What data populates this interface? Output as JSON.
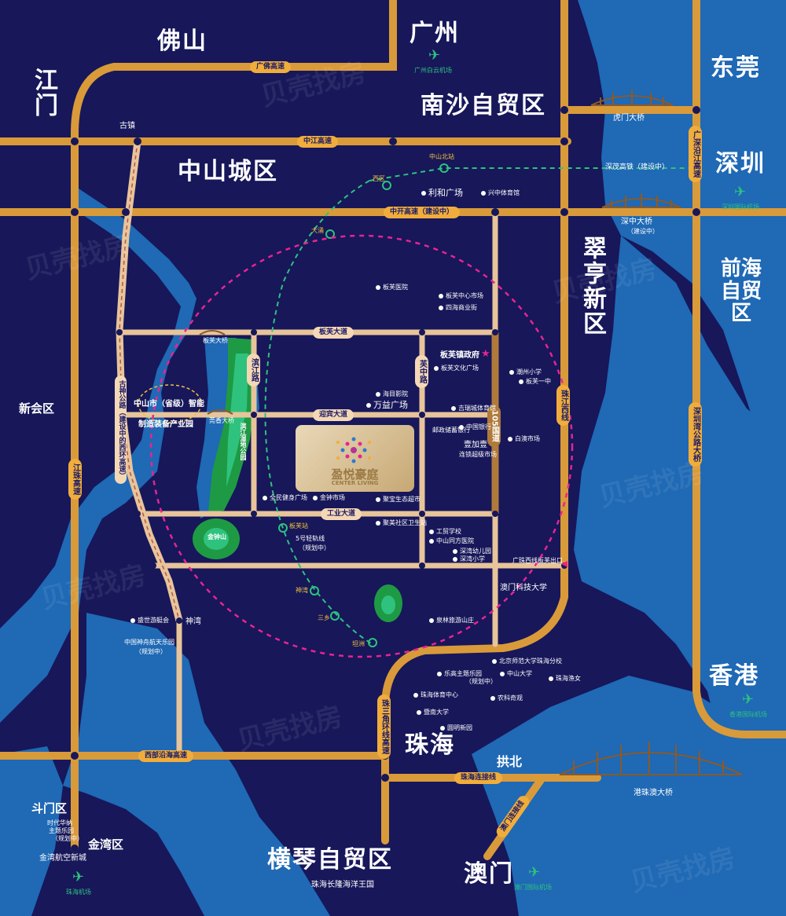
{
  "cities": {
    "foshan": "佛山",
    "guangzhou": "广州",
    "dongguan": "东莞",
    "jiangmen": "江门",
    "nansha": "南沙自贸区",
    "zhongshan": "中山城区",
    "shenzhen": "深圳",
    "cuiheng": "翠亨新区",
    "qianhai": "前海自贸区",
    "xinhui": "新会区",
    "hongkong": "香港",
    "zhuhai": "珠海",
    "gongbei": "拱北",
    "doumen": "斗门区",
    "jinwan": "金湾区",
    "hengqin": "横琴自贸区",
    "macau": "澳门"
  },
  "airports": {
    "guangzhou": "广州白云机场",
    "shenzhen": "深圳国际机场",
    "hongkong": "香港国际机场",
    "zhuhai": "珠海机场",
    "macau": "澳门国际机场"
  },
  "roads": {
    "guangfo": "广佛高速",
    "zhongjiang": "中江高速",
    "zhongkai": "中开高速（建设中）",
    "banfu_ave": "板芙大道",
    "yingbin_ave": "迎宾大道",
    "gongye_ave": "工业大道",
    "binjiang": "滨江路",
    "fuzhong": "芙中路",
    "g105": "105国道",
    "xiwai": "古神公路（建设中的西环高速）",
    "jiangzhu": "江珠高速",
    "yanhai_gd": "广深沿江高速",
    "shenzhen_bay": "深圳湾公路大桥",
    "cuiheng_xi": "珠江西线",
    "delta_ring": "珠三角环线高速",
    "west_coast": "西部沿海高速",
    "zhuhai_link": "珠海连接线",
    "macau_link": "澳门连接线"
  },
  "bridges": {
    "humen": "虎门大桥",
    "shenzhong": "深中大桥",
    "shenzhong_note": "（建设中）",
    "hzmb": "港珠澳大桥",
    "banfu_bridge": "板芙大桥",
    "jiangjin_bridge": "莞香大桥"
  },
  "rail": {
    "shenmao": "深茂高铁（建设中）",
    "zhongshan_north": "中山北站",
    "light_rail": "5号轻轨线",
    "light_rail_note": "（规划中）",
    "stations": [
      "西区",
      "大涌",
      "板芙站",
      "神湾",
      "三乡",
      "坦洲"
    ]
  },
  "places": {
    "guzhen": "古镇",
    "shenwan": "神湾",
    "industrial_park": "中山市（省级）智能",
    "industrial_park2": "制造装备产业园",
    "jinzhong_mt": "金钟山",
    "wetland": "滨江湿地公园",
    "banfu_gov": "板芙镇政府",
    "guangzhou_exit": "广珠西线板芙出口",
    "macau_uni": "澳门科技大学",
    "jinwan_city": "金湾航空新城",
    "ocean_kingdom": "珠海长隆海洋王国"
  },
  "pois": {
    "lihe": "利和广场",
    "xingzhong": "兴中体育馆",
    "banfu_hospital": "板芙医院",
    "banfu_market": "板芙中心市场",
    "sihai": "四海商业街",
    "banfu_culture": "板芙文化广场",
    "hutong_school": "潮州小学",
    "banfu_high": "板芙一中",
    "haiwang": "海目影院",
    "wanyi": "万益广场",
    "banfu_park": "吉瑞城体育馆",
    "post": "邮政储蓄银行",
    "bank": "中国银行",
    "yijiayi": "壹加壹",
    "yijiayi2": "连锁超级市场",
    "baiao": "白澳市场",
    "quanmin": "全民健身广场",
    "jinzhong_market": "金钟市场",
    "plaza_farm": "聚宝生态超市",
    "community_health": "聚美社区卫生站",
    "gongmao": "工贸学校",
    "zhongshan_hospital": "中山同方医院",
    "sz_kinder": "深湾幼儿园",
    "sz_primary": "深湾小学",
    "quanlin": "泉林旅游山庄",
    "shengshi": "盛世游艇会",
    "shenzhou": "中国神舟航天乐园",
    "shenzhou_note": "（规划中）",
    "bnu": "北京师范大学珠海分校",
    "lego": "乐高主题乐园",
    "lego_note": "（规划中）",
    "sysu": "中山大学",
    "zh_gym": "珠海体育中心",
    "zh_fish": "珠海渔女",
    "nongke": "农科奇观",
    "jnu": "暨南大学",
    "yuanming": "圆明新园",
    "shidai": "时代华纳",
    "shidai2": "主题乐园",
    "shidai3": "（规划中）"
  },
  "project": {
    "name": "盈悦豪庭",
    "en": "CENTER LIVING"
  },
  "watermark": "贝壳找房",
  "colors": {
    "background": "#17175a",
    "water": "#1f69b5",
    "highway": "#d99a3a",
    "local_road": "#e8c49a",
    "rail_ring": "#e8248f",
    "rail_line": "#2ec27e",
    "project": "#c9a873"
  }
}
